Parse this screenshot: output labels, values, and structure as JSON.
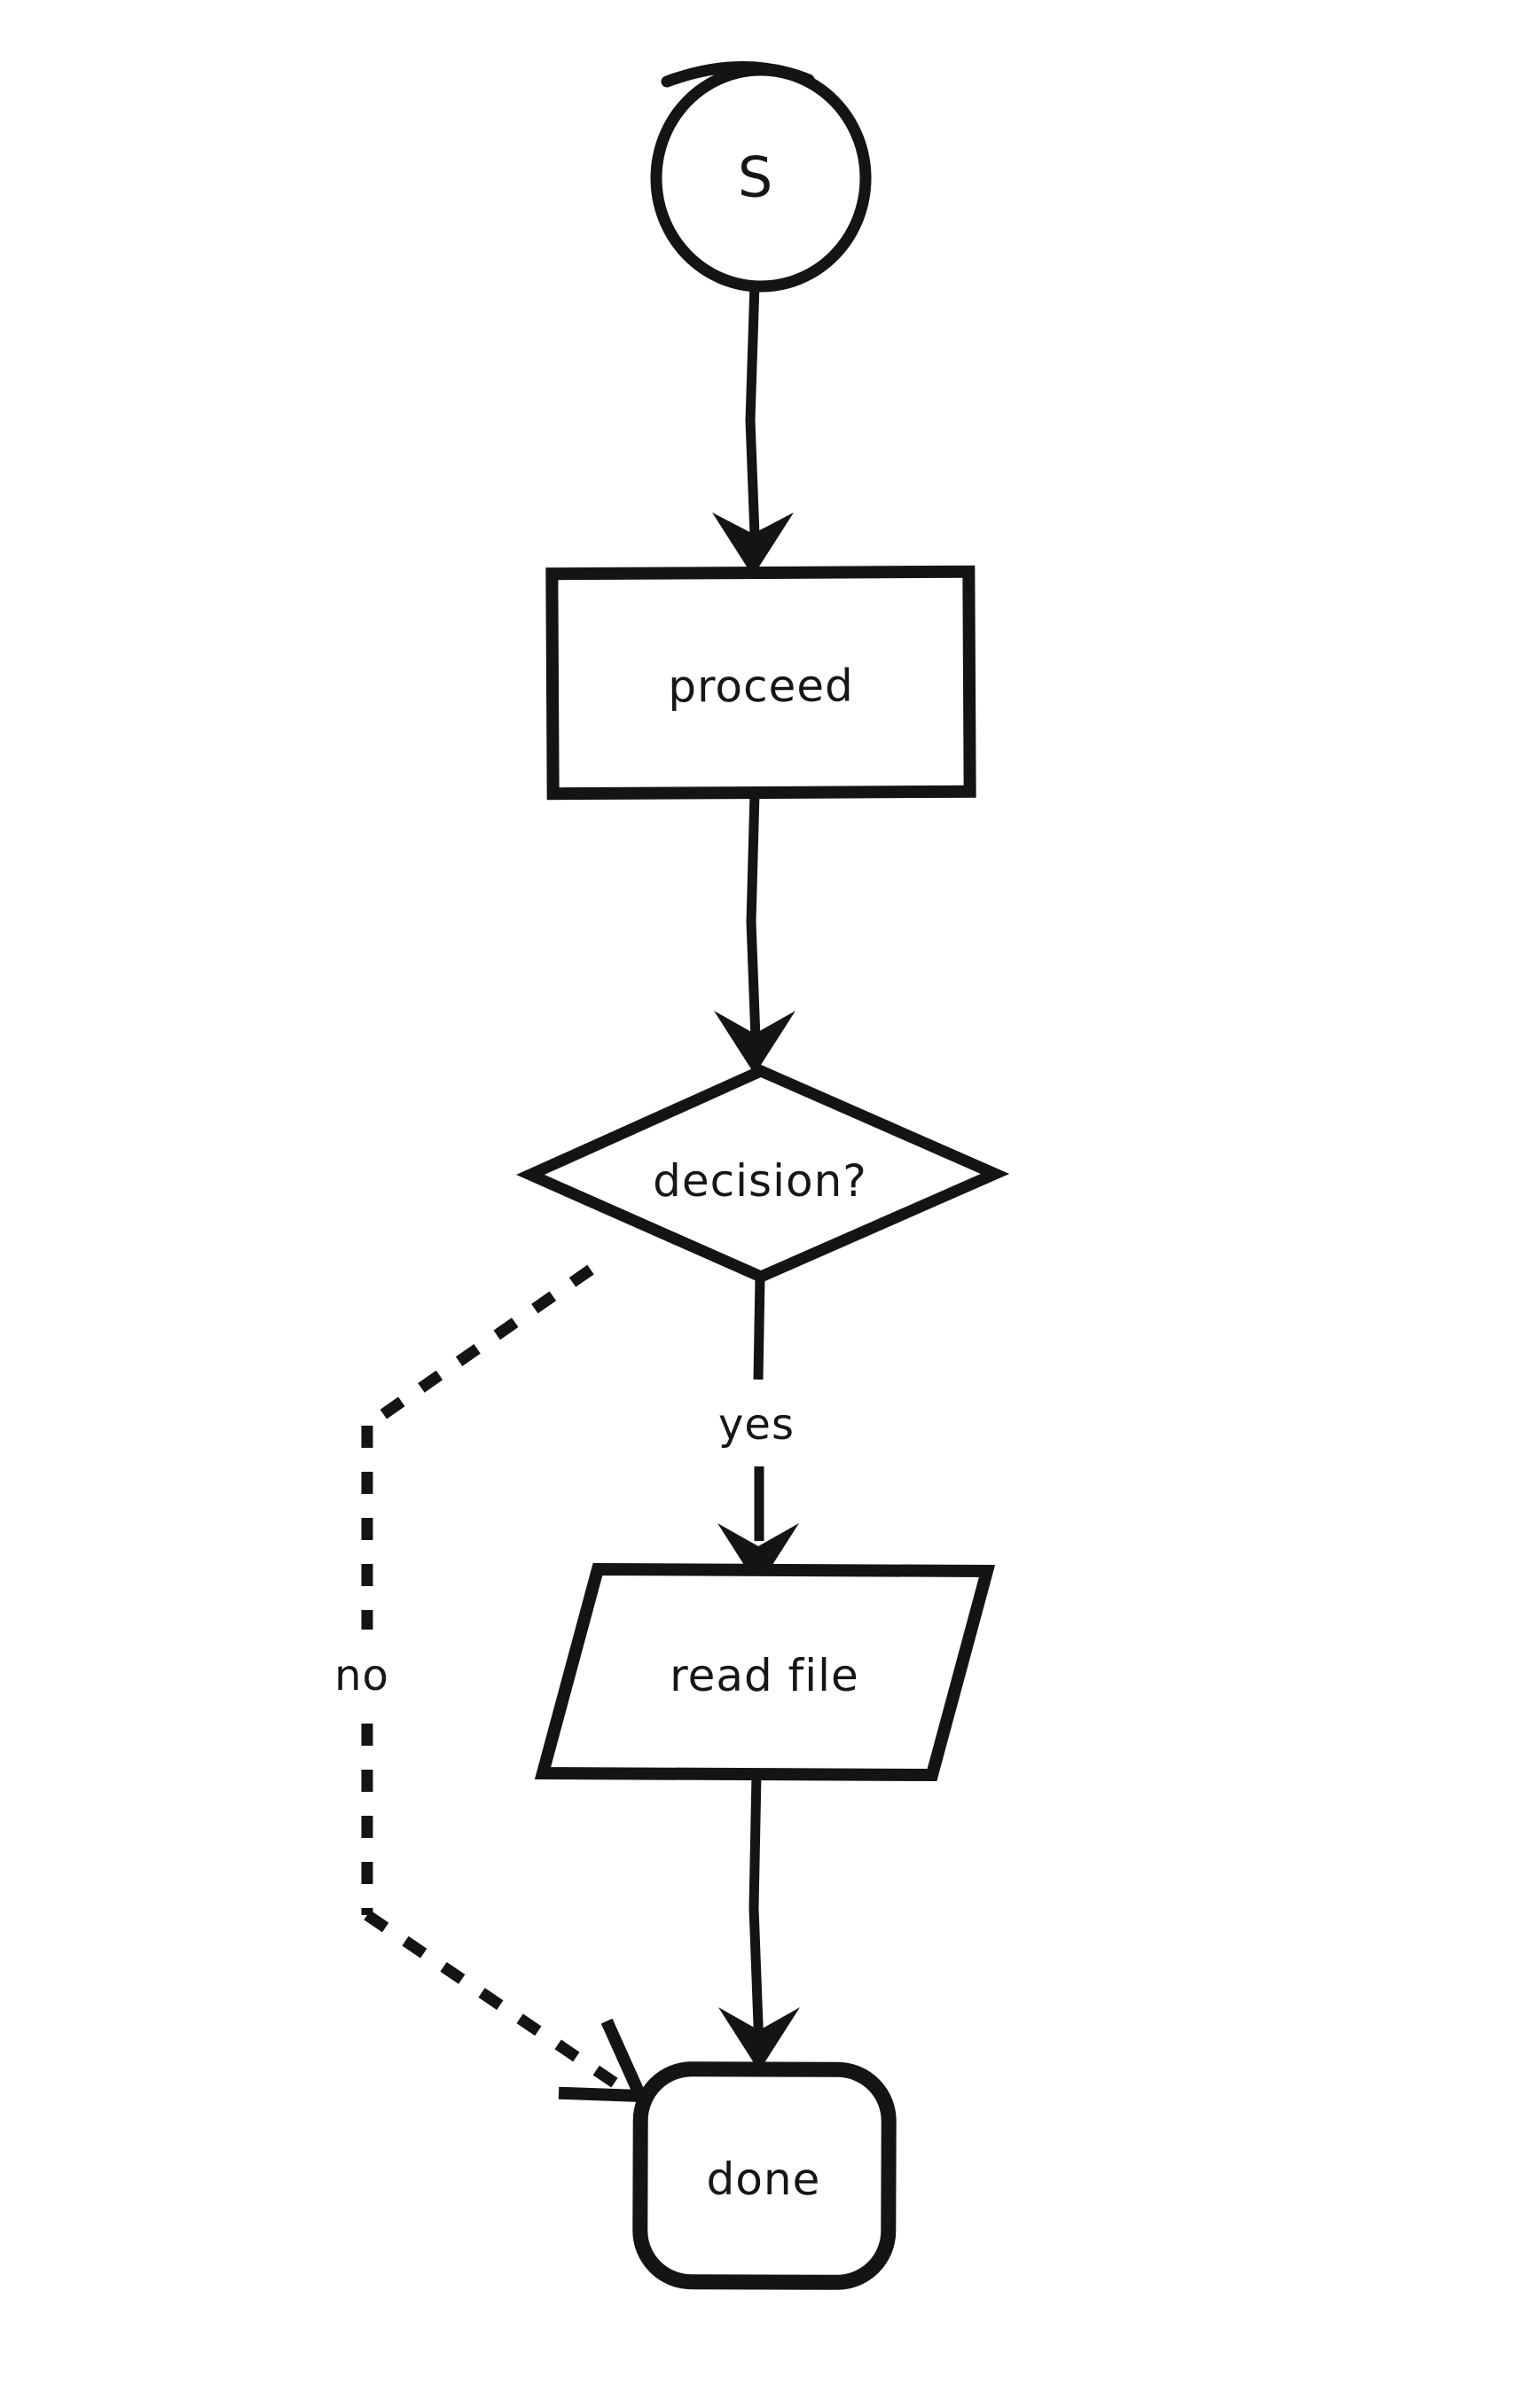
{
  "page": {
    "background_color": "#ffffff"
  },
  "diagram": {
    "type": "flowchart",
    "style": "hand-drawn-sketch",
    "stroke_color": "#141414",
    "node_fill_color": "#ffffff",
    "nodes": {
      "start": {
        "shape": "circle",
        "label": "S"
      },
      "proceed": {
        "shape": "process-rectangle",
        "label": "proceed"
      },
      "decision": {
        "shape": "decision-diamond",
        "label": "decision?"
      },
      "read_file": {
        "shape": "io-parallelogram",
        "label": "read file"
      },
      "done": {
        "shape": "terminator-rounded-rectangle",
        "label": "done"
      }
    },
    "edges": [
      {
        "from": "start",
        "to": "proceed",
        "style": "solid"
      },
      {
        "from": "proceed",
        "to": "decision",
        "style": "solid"
      },
      {
        "from": "decision",
        "to": "read_file",
        "style": "solid",
        "label": "yes"
      },
      {
        "from": "read_file",
        "to": "done",
        "style": "solid"
      },
      {
        "from": "decision",
        "to": "done",
        "style": "dashed",
        "label": "no"
      }
    ]
  }
}
